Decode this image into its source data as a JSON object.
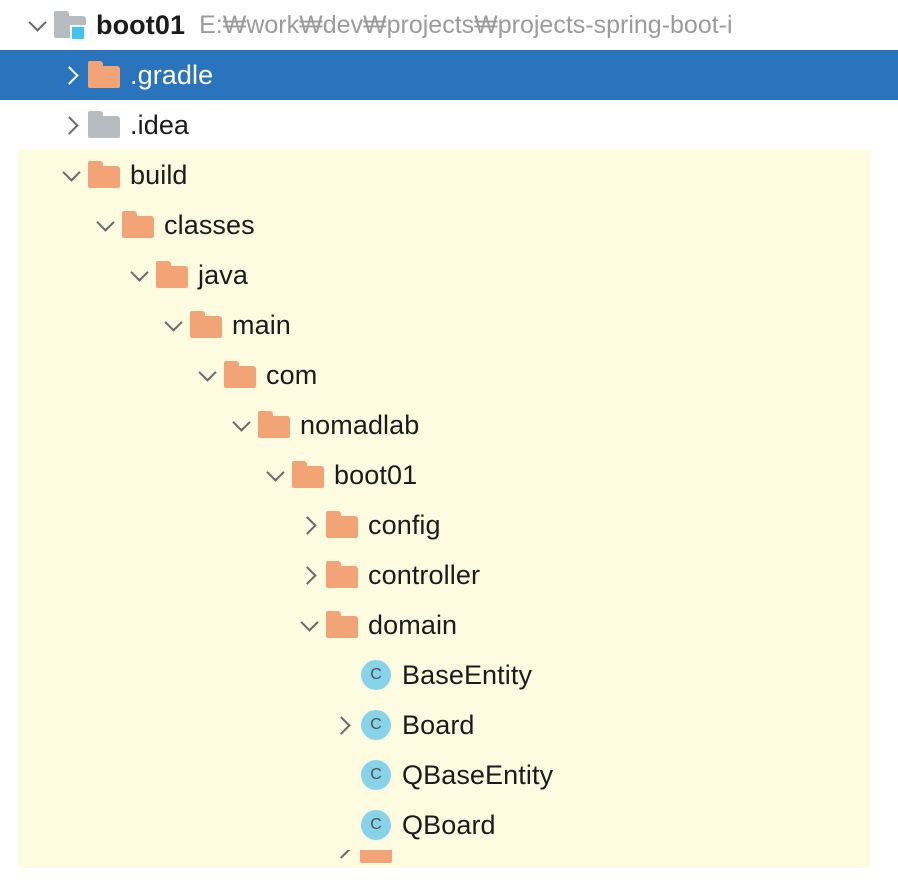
{
  "panel": {
    "name": "project-tool-window",
    "background": "#ffffff",
    "excluded_band_color": "#fdfce1",
    "selection_color": "#2a74be",
    "folder_color": "#f2a477",
    "folder_gray_color": "#b6bcc0",
    "class_icon_color": "#87d3e9",
    "path_text_color": "#9b9b9b"
  },
  "tree": {
    "rows": [
      {
        "label": "boot01",
        "path": "E:₩work₩dev₩projects₩projects-spring-boot-i",
        "icon": "module-icon",
        "twisty": "expanded",
        "depth": 0,
        "bold": true,
        "selected": false,
        "banded": false
      },
      {
        "label": ".gradle",
        "icon": "folder-icon-orange",
        "twisty": "collapsed",
        "depth": 1,
        "bold": false,
        "selected": true,
        "banded": false
      },
      {
        "label": ".idea",
        "icon": "folder-icon-gray",
        "twisty": "collapsed",
        "depth": 1,
        "bold": false,
        "selected": false,
        "banded": false
      },
      {
        "label": "build",
        "icon": "folder-icon-orange",
        "twisty": "expanded",
        "depth": 1,
        "bold": false,
        "selected": false,
        "banded": true
      },
      {
        "label": "classes",
        "icon": "folder-icon-orange",
        "twisty": "expanded",
        "depth": 2,
        "bold": false,
        "selected": false,
        "banded": true
      },
      {
        "label": "java",
        "icon": "folder-icon-orange",
        "twisty": "expanded",
        "depth": 3,
        "bold": false,
        "selected": false,
        "banded": true
      },
      {
        "label": "main",
        "icon": "folder-icon-orange",
        "twisty": "expanded",
        "depth": 4,
        "bold": false,
        "selected": false,
        "banded": true
      },
      {
        "label": "com",
        "icon": "folder-icon-orange",
        "twisty": "expanded",
        "depth": 5,
        "bold": false,
        "selected": false,
        "banded": true
      },
      {
        "label": "nomadlab",
        "icon": "folder-icon-orange",
        "twisty": "expanded",
        "depth": 6,
        "bold": false,
        "selected": false,
        "banded": true
      },
      {
        "label": "boot01",
        "icon": "folder-icon-orange",
        "twisty": "expanded",
        "depth": 7,
        "bold": false,
        "selected": false,
        "banded": true
      },
      {
        "label": "config",
        "icon": "folder-icon-orange",
        "twisty": "collapsed",
        "depth": 8,
        "bold": false,
        "selected": false,
        "banded": true
      },
      {
        "label": "controller",
        "icon": "folder-icon-orange",
        "twisty": "collapsed",
        "depth": 8,
        "bold": false,
        "selected": false,
        "banded": true
      },
      {
        "label": "domain",
        "icon": "folder-icon-orange",
        "twisty": "expanded",
        "depth": 8,
        "bold": false,
        "selected": false,
        "banded": true
      },
      {
        "label": "BaseEntity",
        "icon": "java-class-icon",
        "icon_letter": "C",
        "twisty": "none",
        "depth": 9,
        "bold": false,
        "selected": false,
        "banded": true
      },
      {
        "label": "Board",
        "icon": "java-class-icon",
        "icon_letter": "C",
        "twisty": "collapsed",
        "depth": 9,
        "bold": false,
        "selected": false,
        "banded": true
      },
      {
        "label": "QBaseEntity",
        "icon": "java-class-icon",
        "icon_letter": "C",
        "twisty": "none",
        "depth": 9,
        "bold": false,
        "selected": false,
        "banded": true
      },
      {
        "label": "QBoard",
        "icon": "java-class-icon",
        "icon_letter": "C",
        "twisty": "none",
        "depth": 9,
        "bold": false,
        "selected": false,
        "banded": true
      },
      {
        "label": "",
        "icon": "folder-icon-orange",
        "twisty": "collapsed",
        "depth": 9,
        "bold": false,
        "selected": false,
        "banded": true,
        "partial": true
      }
    ]
  }
}
